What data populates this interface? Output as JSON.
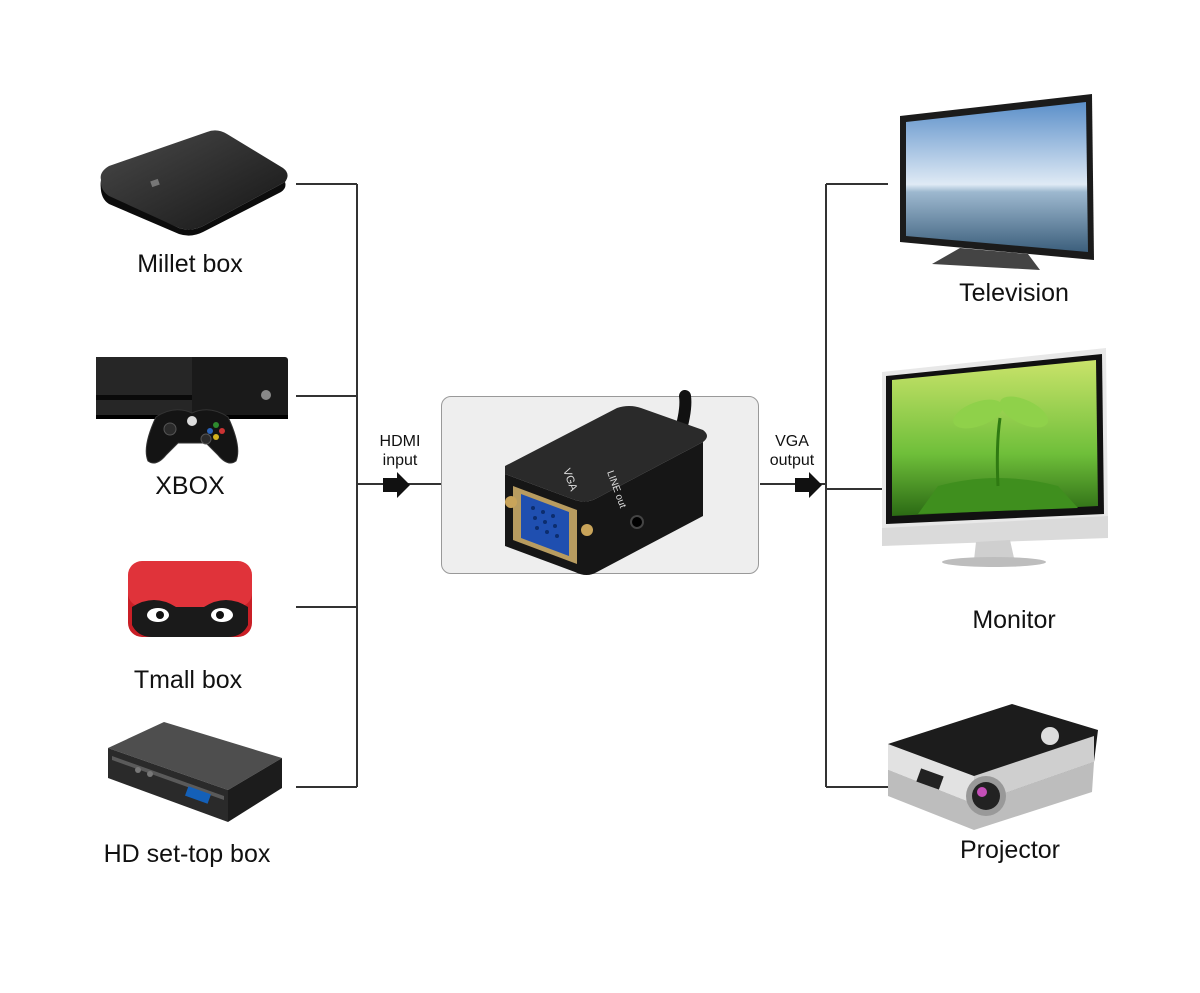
{
  "inputs": [
    {
      "label": "Millet box",
      "icon": "millet-box-icon"
    },
    {
      "label": "XBOX",
      "icon": "xbox-console-icon"
    },
    {
      "label": "Tmall box",
      "icon": "tmall-box-icon"
    },
    {
      "label": "HD set-top box",
      "icon": "set-top-box-icon"
    }
  ],
  "outputs": [
    {
      "label": "Television",
      "icon": "television-icon"
    },
    {
      "label": "Monitor",
      "icon": "monitor-icon"
    },
    {
      "label": "Projector",
      "icon": "projector-icon"
    }
  ],
  "adapter": {
    "icon": "hdmi-to-vga-adapter-icon",
    "vga_port_text": "VGA",
    "audio_port_text": "LINE out"
  },
  "input_port": {
    "line1": "HDMI",
    "line2": "input"
  },
  "output_port": {
    "line1": "VGA",
    "line2": "output"
  },
  "colors": {
    "line": "#333333",
    "adapter_bg": "#eeeeee",
    "tmall_red": "#d7262b",
    "screen_blue": "#7fb3e0",
    "screen_green": "#6fbf3a"
  }
}
